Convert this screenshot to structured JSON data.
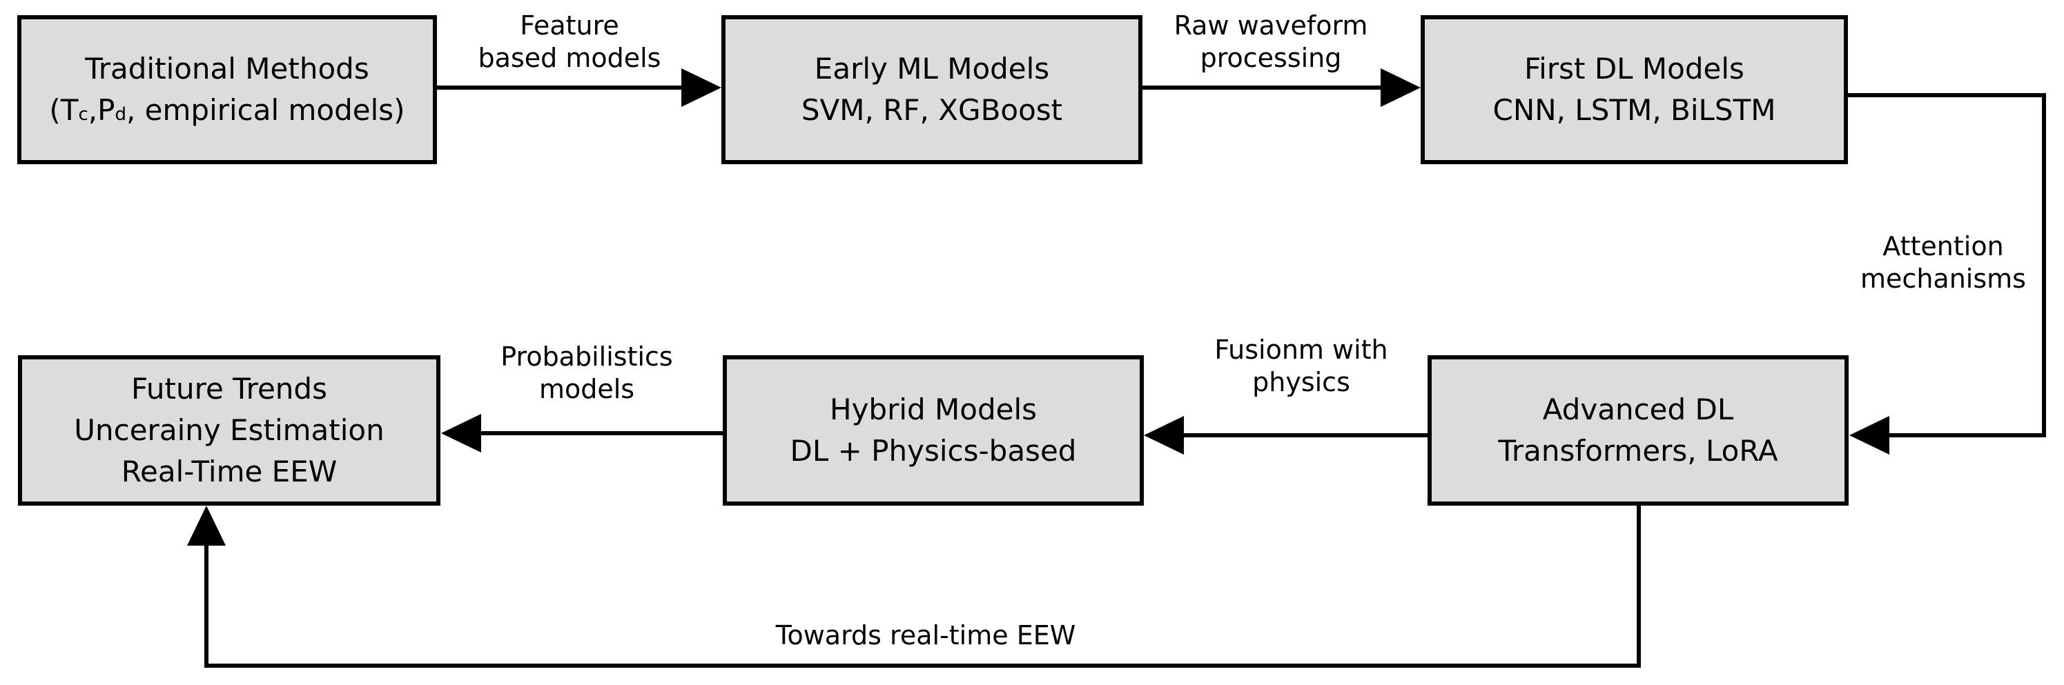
{
  "colors": {
    "background": "#ffffff",
    "box_fill": "#dcdcdc",
    "box_border": "#000000",
    "connector": "#000000",
    "text": "#000000"
  },
  "boxes": [
    {
      "name": "traditional-methods",
      "line1": "Traditional Methods",
      "formula": {
        "p1": "(T",
        "sub1": "c",
        "p2": ",P",
        "sub2": "d",
        "p3": ", empirical models)"
      }
    },
    {
      "name": "early-ml-models",
      "line1": "Early ML Models",
      "line2": "SVM, RF, XGBoost"
    },
    {
      "name": "first-dl-models",
      "line1": "First DL Models",
      "line2": "CNN, LSTM, BiLSTM"
    },
    {
      "name": "advanced-dl",
      "line1": "Advanced DL",
      "line2": "Transformers, LoRA"
    },
    {
      "name": "hybrid-models",
      "line1": "Hybrid Models",
      "line2": "DL + Physics-based"
    },
    {
      "name": "future-trends",
      "line1": "Future Trends",
      "line2": "Uncerainy Estimation",
      "line3": "Real-Time EEW"
    }
  ],
  "arrow_labels": {
    "feature_based": {
      "line1": "Feature",
      "line2": "based models"
    },
    "raw_waveform": {
      "line1": "Raw waveform",
      "line2": "processing"
    },
    "attention": {
      "line1": "Attention",
      "line2": "mechanisms"
    },
    "fusion_physics": {
      "line1": "Fusionm with",
      "line2": "physics"
    },
    "probabilistic": {
      "line1": "Probabilistics",
      "line2": "models"
    },
    "towards_realtime": {
      "line1": "Towards real-time EEW"
    }
  }
}
